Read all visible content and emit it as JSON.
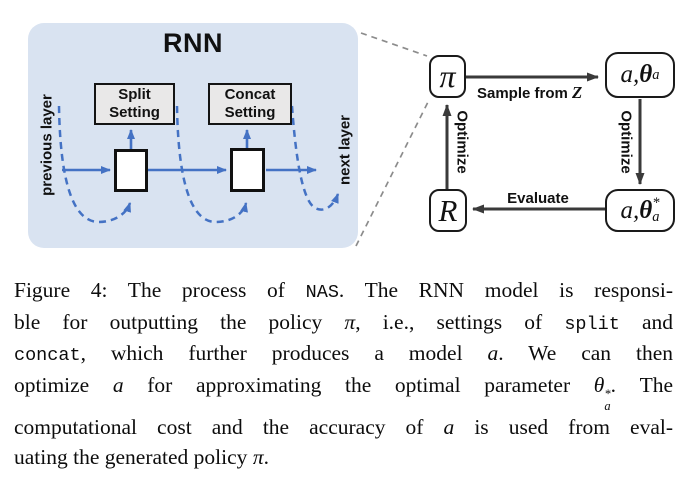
{
  "colors": {
    "accent_blue": "#4472c4",
    "panel_fill": "#d9e3f1",
    "setting_fill": "#e9e8e8",
    "dark_arrow": "#3a3a3a",
    "gray_dash": "#8c8c8c"
  },
  "diagram": {
    "rnn": {
      "title": "RNN",
      "prev_label": "previous layer",
      "next_label": "next layer",
      "split_box": {
        "line1": "Split",
        "line2": "Setting"
      },
      "concat_box": {
        "line1": "Concat",
        "line2": "Setting"
      }
    },
    "loop": {
      "policy_symbol": "π",
      "reward_symbol": "R",
      "model_box": [
        {
          "t": "a",
          "s": "it"
        },
        {
          "t": ", ",
          "s": "it"
        },
        {
          "t": "θ",
          "s": "bit"
        },
        {
          "t": "a",
          "s": "sub"
        }
      ],
      "optimized_model_box": [
        {
          "t": "a",
          "s": "it"
        },
        {
          "t": ", ",
          "s": "it"
        },
        {
          "t": "θ",
          "s": "bit"
        },
        {
          "sup": "*",
          "sub": "a",
          "s": "stack"
        }
      ],
      "sample_from_label": [
        {
          "t": "Sample from ",
          "s": "b"
        },
        {
          "t": "Z",
          "s": "script"
        }
      ],
      "optimize_up_label": "Optimize",
      "optimize_down_label": "Optimize",
      "evaluate_label": "Evaluate"
    }
  },
  "caption": {
    "lines": [
      [
        {
          "t": "Figure 4: The process of "
        },
        {
          "t": "NAS",
          "s": "mono"
        },
        {
          "t": ". The RNN model is responsi-"
        }
      ],
      [
        {
          "t": "ble for outputting the policy "
        },
        {
          "t": "π",
          "s": "it"
        },
        {
          "t": ", i.e., settings of "
        },
        {
          "t": "split",
          "s": "mono"
        },
        {
          "t": " and"
        }
      ],
      [
        {
          "t": "concat",
          "s": "mono"
        },
        {
          "t": ", which further produces a model "
        },
        {
          "t": "a",
          "s": "it"
        },
        {
          "t": ". We can then"
        }
      ],
      [
        {
          "t": "optimize "
        },
        {
          "t": "a",
          "s": "it"
        },
        {
          "t": " for approximating the optimal parameter "
        },
        {
          "t": "θ",
          "s": "it"
        },
        {
          "sup": "*",
          "sub": "a",
          "s": "stack"
        },
        {
          "t": ". The"
        }
      ],
      [
        {
          "t": "computational cost and the accuracy of "
        },
        {
          "t": "a",
          "s": "it"
        },
        {
          "t": " is used from eval-"
        }
      ],
      [
        {
          "t": "uating the generated policy "
        },
        {
          "t": "π",
          "s": "it"
        },
        {
          "t": "."
        }
      ]
    ]
  }
}
